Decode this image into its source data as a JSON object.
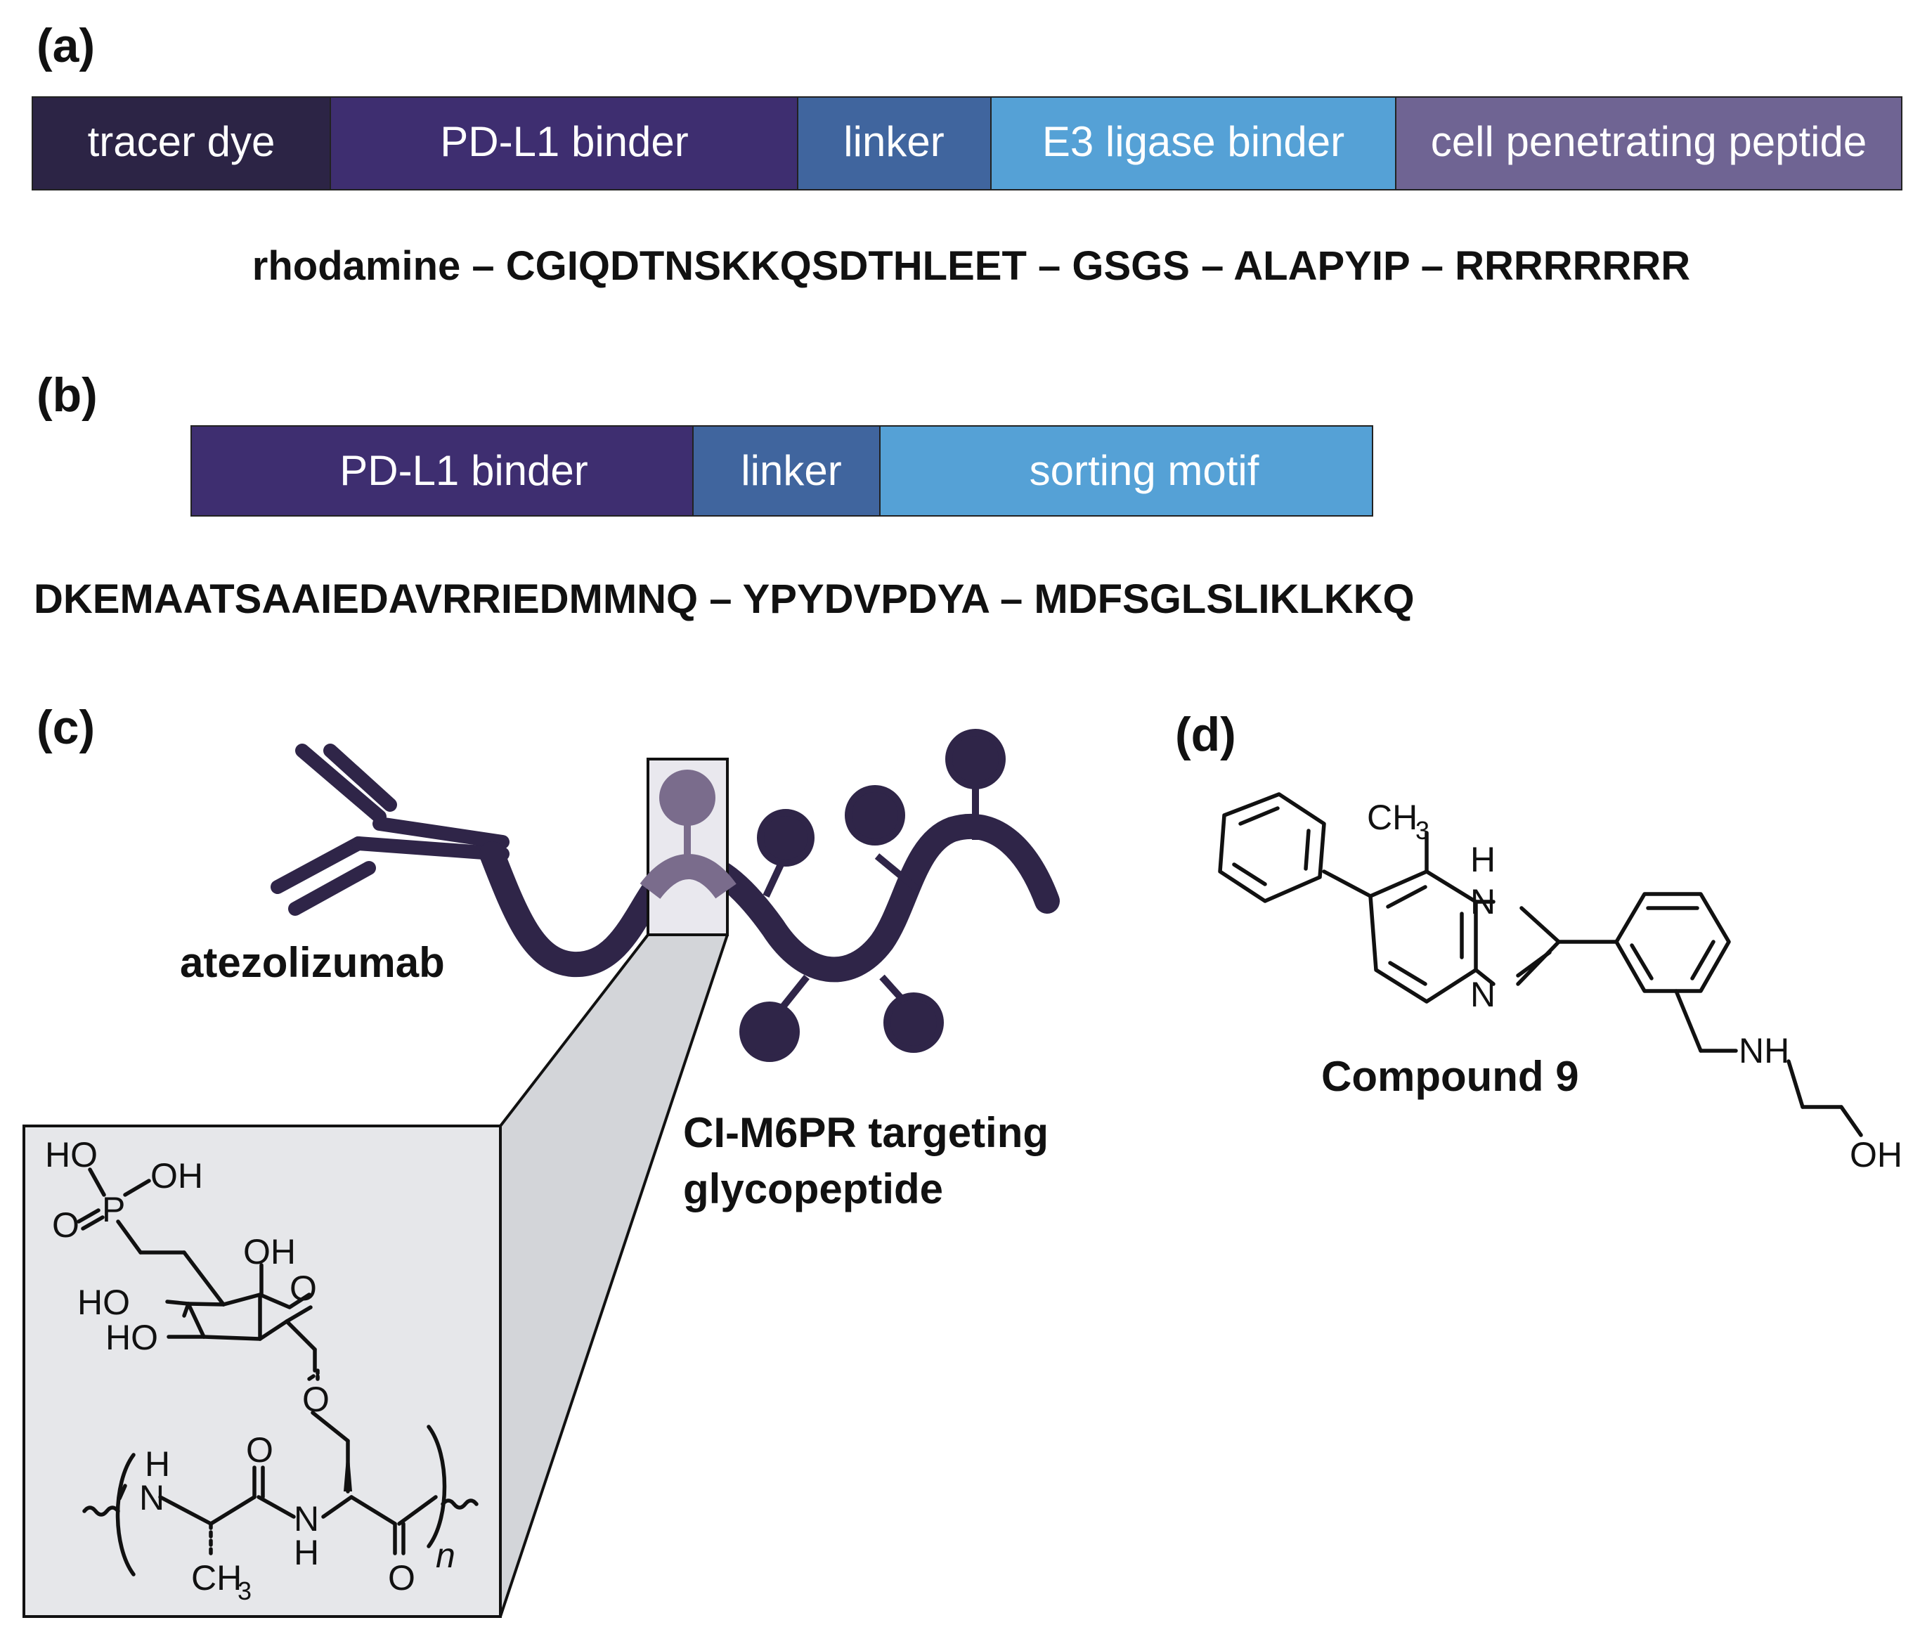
{
  "panel_a": {
    "label": "(a)",
    "segments": [
      {
        "label": "tracer dye",
        "color": "#2c2445"
      },
      {
        "label": "PD-L1 binder",
        "color": "#3e2e70"
      },
      {
        "label": "linker",
        "color": "#40659e"
      },
      {
        "label": "E3 ligase binder",
        "color": "#55a1d6"
      },
      {
        "label": "cell penetrating peptide",
        "color": "#6f6493"
      }
    ],
    "sequence": "rhodamine – CGIQDTNSKKQSDTHLEET – GSGS – ALAPYIP – RRRRRRRR"
  },
  "panel_b": {
    "label": "(b)",
    "segments": [
      {
        "label": "PD-L1 binder",
        "color": "#3e2e70"
      },
      {
        "label": "linker",
        "color": "#40659e"
      },
      {
        "label": "sorting motif",
        "color": "#55a1d6"
      }
    ],
    "sequence": "DKEMAATSAAIEDAVRRIEDMMNQ – YPYDVPDYA – MDFSGLSLIKLKKQ"
  },
  "panel_c": {
    "label": "(c)",
    "antibody_label": "atezolizumab",
    "glyco_label_line1": "CI-M6PR targeting",
    "glyco_label_line2": "glycopeptide",
    "colors": {
      "chain": "#2f2548",
      "highlight": "#7a6c8c",
      "inset_bg": "#e6e7ea"
    },
    "structure": {
      "ho_p": "HO",
      "oh_p": "OH",
      "o_eq": "O",
      "p": "P",
      "oh_ring": "OH",
      "o_ring": "O",
      "ho1": "HO",
      "ho2": "HO",
      "o_link": "O",
      "h_nh": "H",
      "n_nh": "N",
      "o_co1": "O",
      "n_amide": "N",
      "h_amide": "H",
      "o_co2": "O",
      "ch3": "CH",
      "ch3_sub": "3",
      "n_sub": "n"
    }
  },
  "panel_d": {
    "label": "(d)",
    "compound_label": "Compound 9",
    "atoms": {
      "ch3": "CH",
      "ch3_sub": "3",
      "h": "H",
      "n1": "N",
      "n2": "N",
      "nh": "NH",
      "oh": "OH"
    }
  }
}
